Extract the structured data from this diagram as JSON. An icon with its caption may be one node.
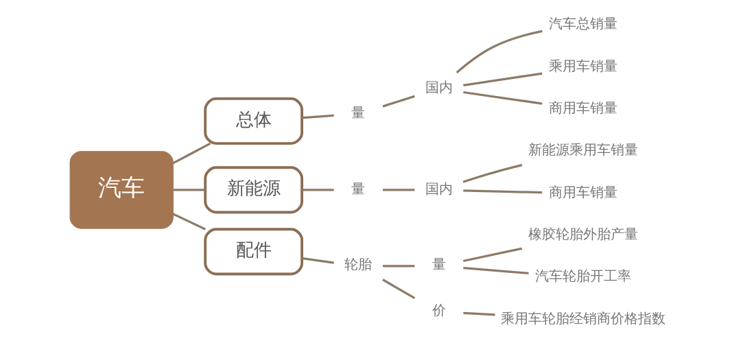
{
  "diagram": {
    "nodes": [
      {
        "text": [
          "汽车"
        ]
      },
      {
        "text": [
          "总体"
        ]
      },
      {
        "text": [
          "量"
        ]
      },
      {
        "text": [
          "国内"
        ]
      },
      {
        "text": [
          "汽车总销量"
        ]
      },
      {
        "text": [
          "乘用车销量"
        ]
      },
      {
        "text": [
          "商用车销量"
        ]
      },
      {
        "text": [
          "新能源"
        ]
      },
      {
        "text": [
          "量"
        ]
      },
      {
        "text": [
          "国内"
        ]
      },
      {
        "text": [
          "新能源乘用车销量"
        ]
      },
      {
        "text": [
          "商用车销量"
        ]
      },
      {
        "text": [
          "配件"
        ]
      },
      {
        "text": [
          "轮胎"
        ]
      },
      {
        "text": [
          "量"
        ]
      },
      {
        "text": [
          "橡胶轮胎外胎产量"
        ]
      },
      {
        "text": [
          "汽车轮胎开工率"
        ]
      },
      {
        "text": [
          "价"
        ]
      },
      {
        "text": [
          "乘用车轮胎经销商价格指数"
        ]
      }
    ],
    "edges": [
      {
        "from": 0,
        "to": 1,
        "arrow": "none"
      },
      {
        "from": 1,
        "to": 2,
        "arrow": "none"
      },
      {
        "from": 2,
        "to": 3,
        "arrow": "none"
      },
      {
        "from": 3,
        "to": 4,
        "arrow": "none"
      },
      {
        "from": 3,
        "to": 5,
        "arrow": "none"
      },
      {
        "from": 3,
        "to": 6,
        "arrow": "none"
      },
      {
        "from": 0,
        "to": 7,
        "arrow": "none"
      },
      {
        "from": 7,
        "to": 8,
        "arrow": "none"
      },
      {
        "from": 8,
        "to": 9,
        "arrow": "none"
      },
      {
        "from": 9,
        "to": 10,
        "arrow": "none"
      },
      {
        "from": 9,
        "to": 11,
        "arrow": "none"
      },
      {
        "from": 0,
        "to": 12,
        "arrow": "none"
      },
      {
        "from": 12,
        "to": 13,
        "arrow": "none"
      },
      {
        "from": 13,
        "to": 14,
        "arrow": "none"
      },
      {
        "from": 14,
        "to": 15,
        "arrow": "none"
      },
      {
        "from": 14,
        "to": 16,
        "arrow": "none"
      },
      {
        "from": 13,
        "to": 17,
        "arrow": "none"
      },
      {
        "from": 17,
        "to": 18,
        "arrow": "none"
      }
    ]
  }
}
